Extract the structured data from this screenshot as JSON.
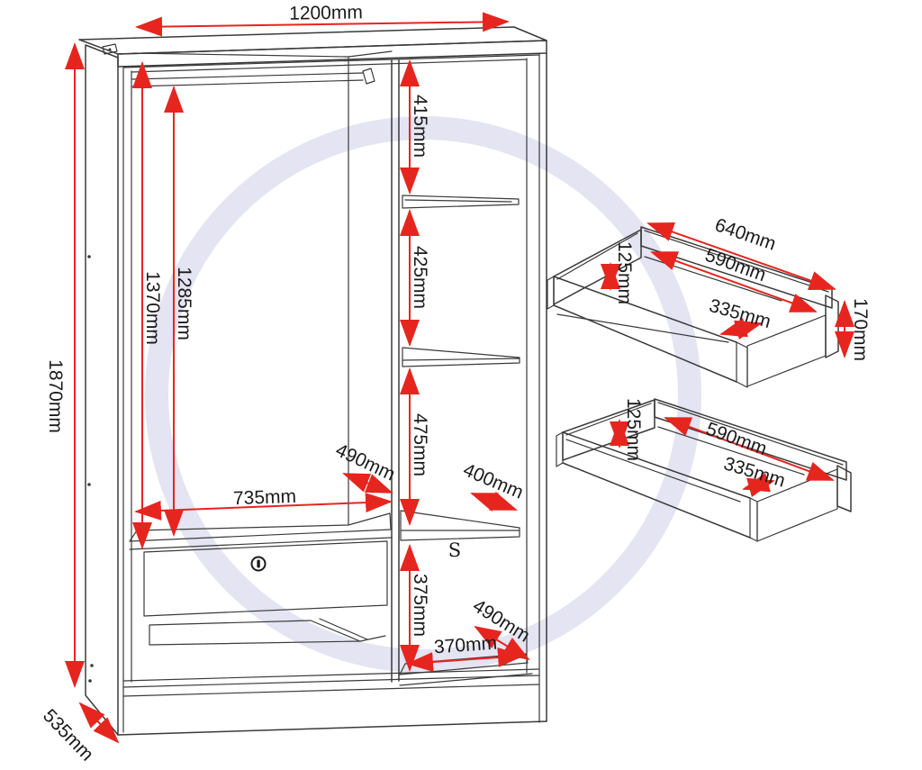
{
  "watermark": {
    "letter": "S",
    "color": "#e4e4f2"
  },
  "colors": {
    "dimension_red": "#e6251f",
    "line_art": "#3a3a3a",
    "label_text": "#1b1b1b",
    "background": "#ffffff"
  },
  "wardrobe": {
    "overall": {
      "width": "1200mm",
      "height": "1870mm",
      "depth": "535mm"
    },
    "interior": {
      "hanging_height_full": "1370mm",
      "hanging_height_below_rail": "1285mm",
      "left_section_width": "735mm",
      "left_section_depth": "490mm",
      "right_sections": [
        "415mm",
        "425mm",
        "475mm",
        "375mm"
      ],
      "shelf_depth": "400mm",
      "right_section_width": "370mm",
      "right_section_depth": "490mm"
    }
  },
  "top_drawer": {
    "back_width": "640mm",
    "internal_width": "590mm",
    "internal_depth": "335mm",
    "internal_height": "125mm",
    "front_height": "170mm"
  },
  "bottom_drawer": {
    "internal_height": "125mm",
    "internal_width": "590mm",
    "internal_depth": "335mm"
  }
}
